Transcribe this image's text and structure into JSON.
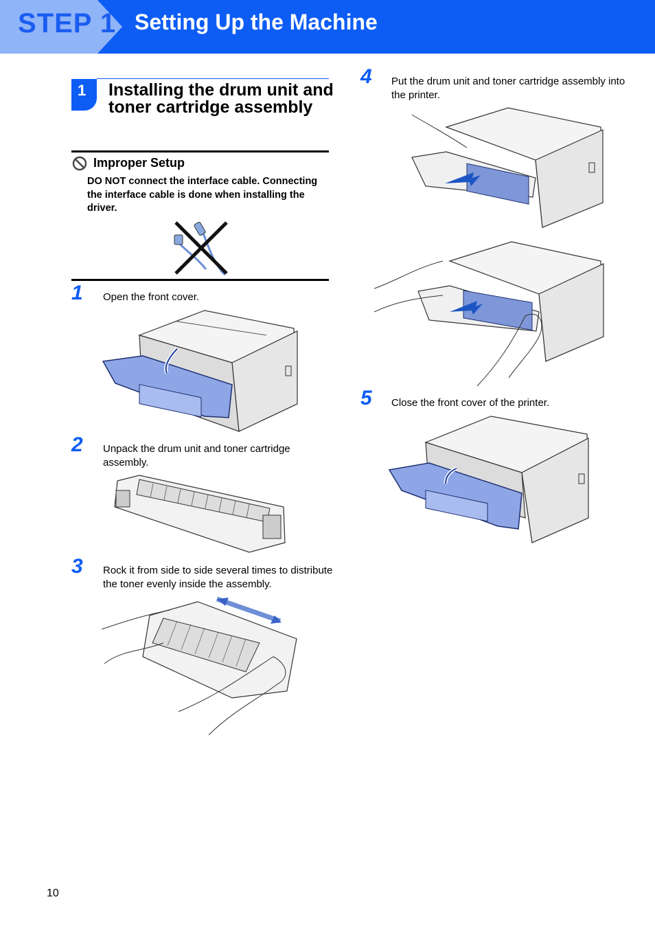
{
  "header": {
    "step_label": "STEP 1",
    "title": "Setting Up the Machine"
  },
  "section": {
    "number": "1",
    "title": "Installing the drum unit and toner cartridge assembly"
  },
  "improper_setup": {
    "icon": "prohibited-icon",
    "title": "Improper Setup",
    "text": "DO NOT connect the interface cable. Connecting the interface cable is done when installing the driver."
  },
  "steps": [
    {
      "number": "1",
      "text": "Open the front cover."
    },
    {
      "number": "2",
      "text": "Unpack the drum unit and toner cartridge assembly."
    },
    {
      "number": "3",
      "text": "Rock it from side to side several times to distribute the toner evenly inside the assembly."
    },
    {
      "number": "4",
      "text": "Put the drum unit and toner cartridge assembly into the printer."
    },
    {
      "number": "5",
      "text": "Close the front cover of the printer."
    }
  ],
  "colors": {
    "brand_blue": "#0d5df5",
    "step_tab_light": "#8fb4f8",
    "cover_blue": "#8ea6e6"
  },
  "footer": {
    "page_number": "10"
  }
}
